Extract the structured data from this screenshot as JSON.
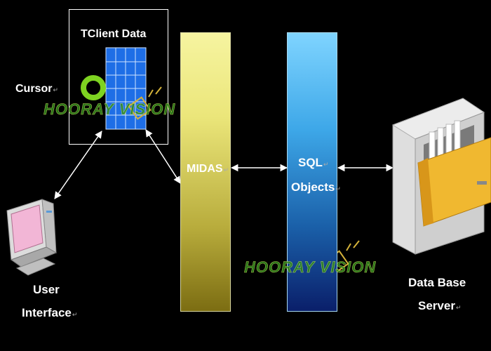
{
  "tclient": {
    "title": "TClient Data"
  },
  "cursor": {
    "label": "Cursor",
    "mark": "↵"
  },
  "ui": {
    "line1": "User",
    "line2": "Interface",
    "mark": "↵"
  },
  "midas": {
    "label": "MIDAS",
    "mark": "↵"
  },
  "sql": {
    "line1": "SQL",
    "line2": "Objects",
    "mark": "↵"
  },
  "server": {
    "line1": "Data Base",
    "line2": "Server",
    "mark": "↵"
  },
  "watermark": {
    "text": "HOORAY VISION"
  },
  "colors": {
    "background": "#000000",
    "grid": "#1e6ee6",
    "cursor_ring": "#7ed321",
    "midas_top": "#f6f4a0",
    "midas_bottom": "#7c6d12",
    "sql_top": "#7fd4ff",
    "sql_bottom": "#0a1f6a"
  },
  "icons": [
    "cursor-ring-icon",
    "grid-icon",
    "computer-icon",
    "file-cabinet-icon"
  ]
}
